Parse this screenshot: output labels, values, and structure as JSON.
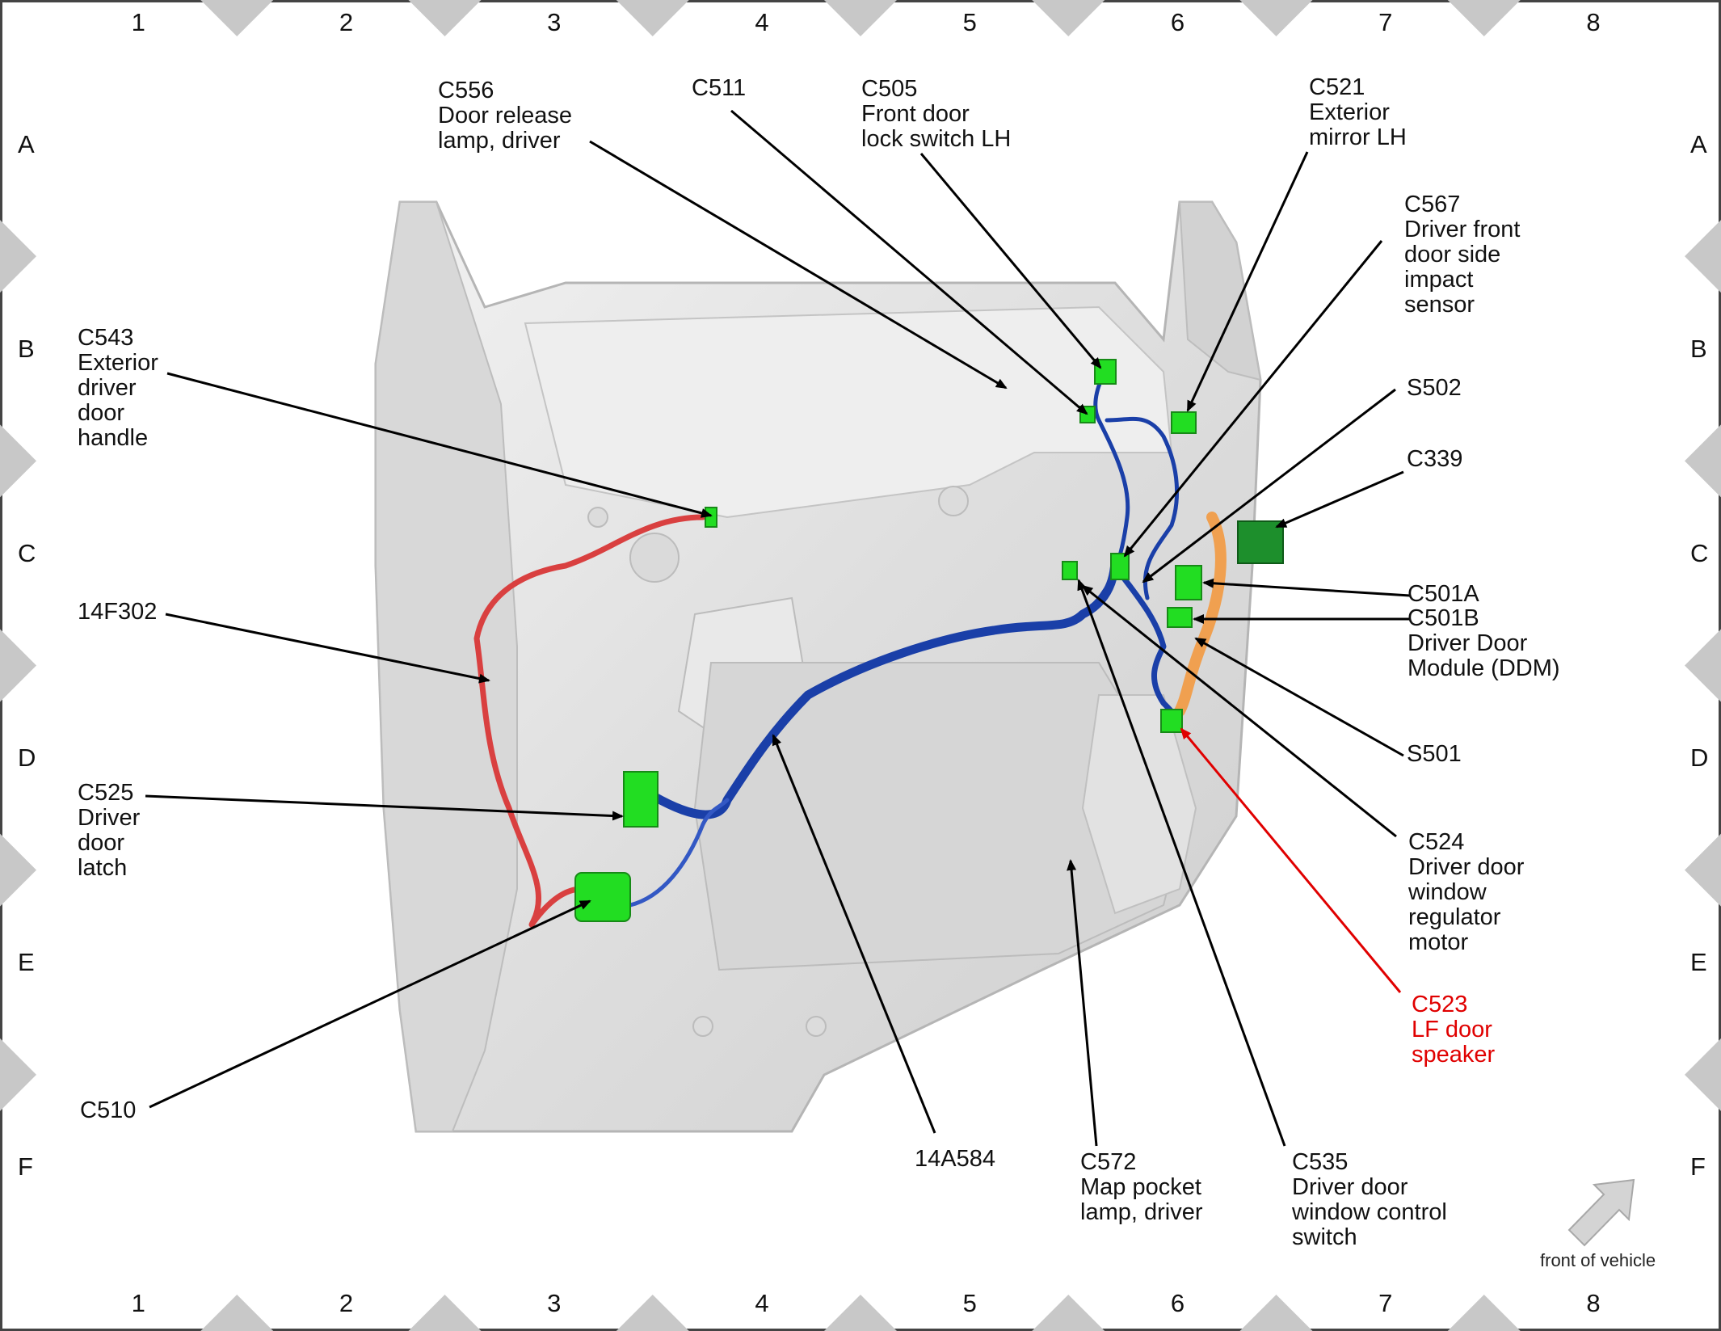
{
  "grid": {
    "columns": [
      "1",
      "2",
      "3",
      "4",
      "5",
      "6",
      "7",
      "8"
    ],
    "rows": [
      "A",
      "B",
      "C",
      "D",
      "E",
      "F"
    ]
  },
  "callouts": {
    "c556": {
      "code": "C556",
      "desc": [
        "Door release",
        "lamp, driver"
      ]
    },
    "c511": {
      "code": "C511",
      "desc": []
    },
    "c505": {
      "code": "C505",
      "desc": [
        "Front door",
        "lock switch LH"
      ]
    },
    "c521": {
      "code": "C521",
      "desc": [
        "Exterior",
        "mirror LH"
      ]
    },
    "c567": {
      "code": "C567",
      "desc": [
        "Driver front",
        "door side",
        "impact",
        "sensor"
      ]
    },
    "s502": {
      "code": "S502",
      "desc": []
    },
    "c339": {
      "code": "C339",
      "desc": []
    },
    "c543": {
      "code": "C543",
      "desc": [
        "Exterior",
        "driver",
        "door",
        "handle"
      ]
    },
    "w14f302": {
      "code": "14F302",
      "desc": []
    },
    "c501a": {
      "code": "C501A",
      "desc": []
    },
    "c501b": {
      "code": "C501B",
      "desc": [
        "Driver Door",
        "Module (DDM)"
      ]
    },
    "s501": {
      "code": "S501",
      "desc": []
    },
    "c525": {
      "code": "C525",
      "desc": [
        "Driver",
        "door",
        "latch"
      ]
    },
    "c524": {
      "code": "C524",
      "desc": [
        "Driver door",
        "window",
        "regulator",
        "motor"
      ]
    },
    "c523": {
      "code": "C523",
      "desc": [
        "LF door",
        "speaker"
      ]
    },
    "c510": {
      "code": "C510",
      "desc": []
    },
    "w14a584": {
      "code": "14A584",
      "desc": []
    },
    "c572": {
      "code": "C572",
      "desc": [
        "Map pocket",
        "lamp, driver"
      ]
    },
    "c535": {
      "code": "C535",
      "desc": [
        "Driver door",
        "window control",
        "switch"
      ]
    }
  },
  "orientation": {
    "label": "front of vehicle",
    "icon": "direction-arrow-icon"
  },
  "colors": {
    "highlight": "#e00000",
    "connector": "#22dd22",
    "connector_dark": "#1d8f2c",
    "harness_main": "#1a3fa8",
    "harness_red": "#d94040",
    "harness_orange": "#f0a050",
    "panel": "#e6e6e6",
    "border_triangle": "#c8c8c8"
  }
}
